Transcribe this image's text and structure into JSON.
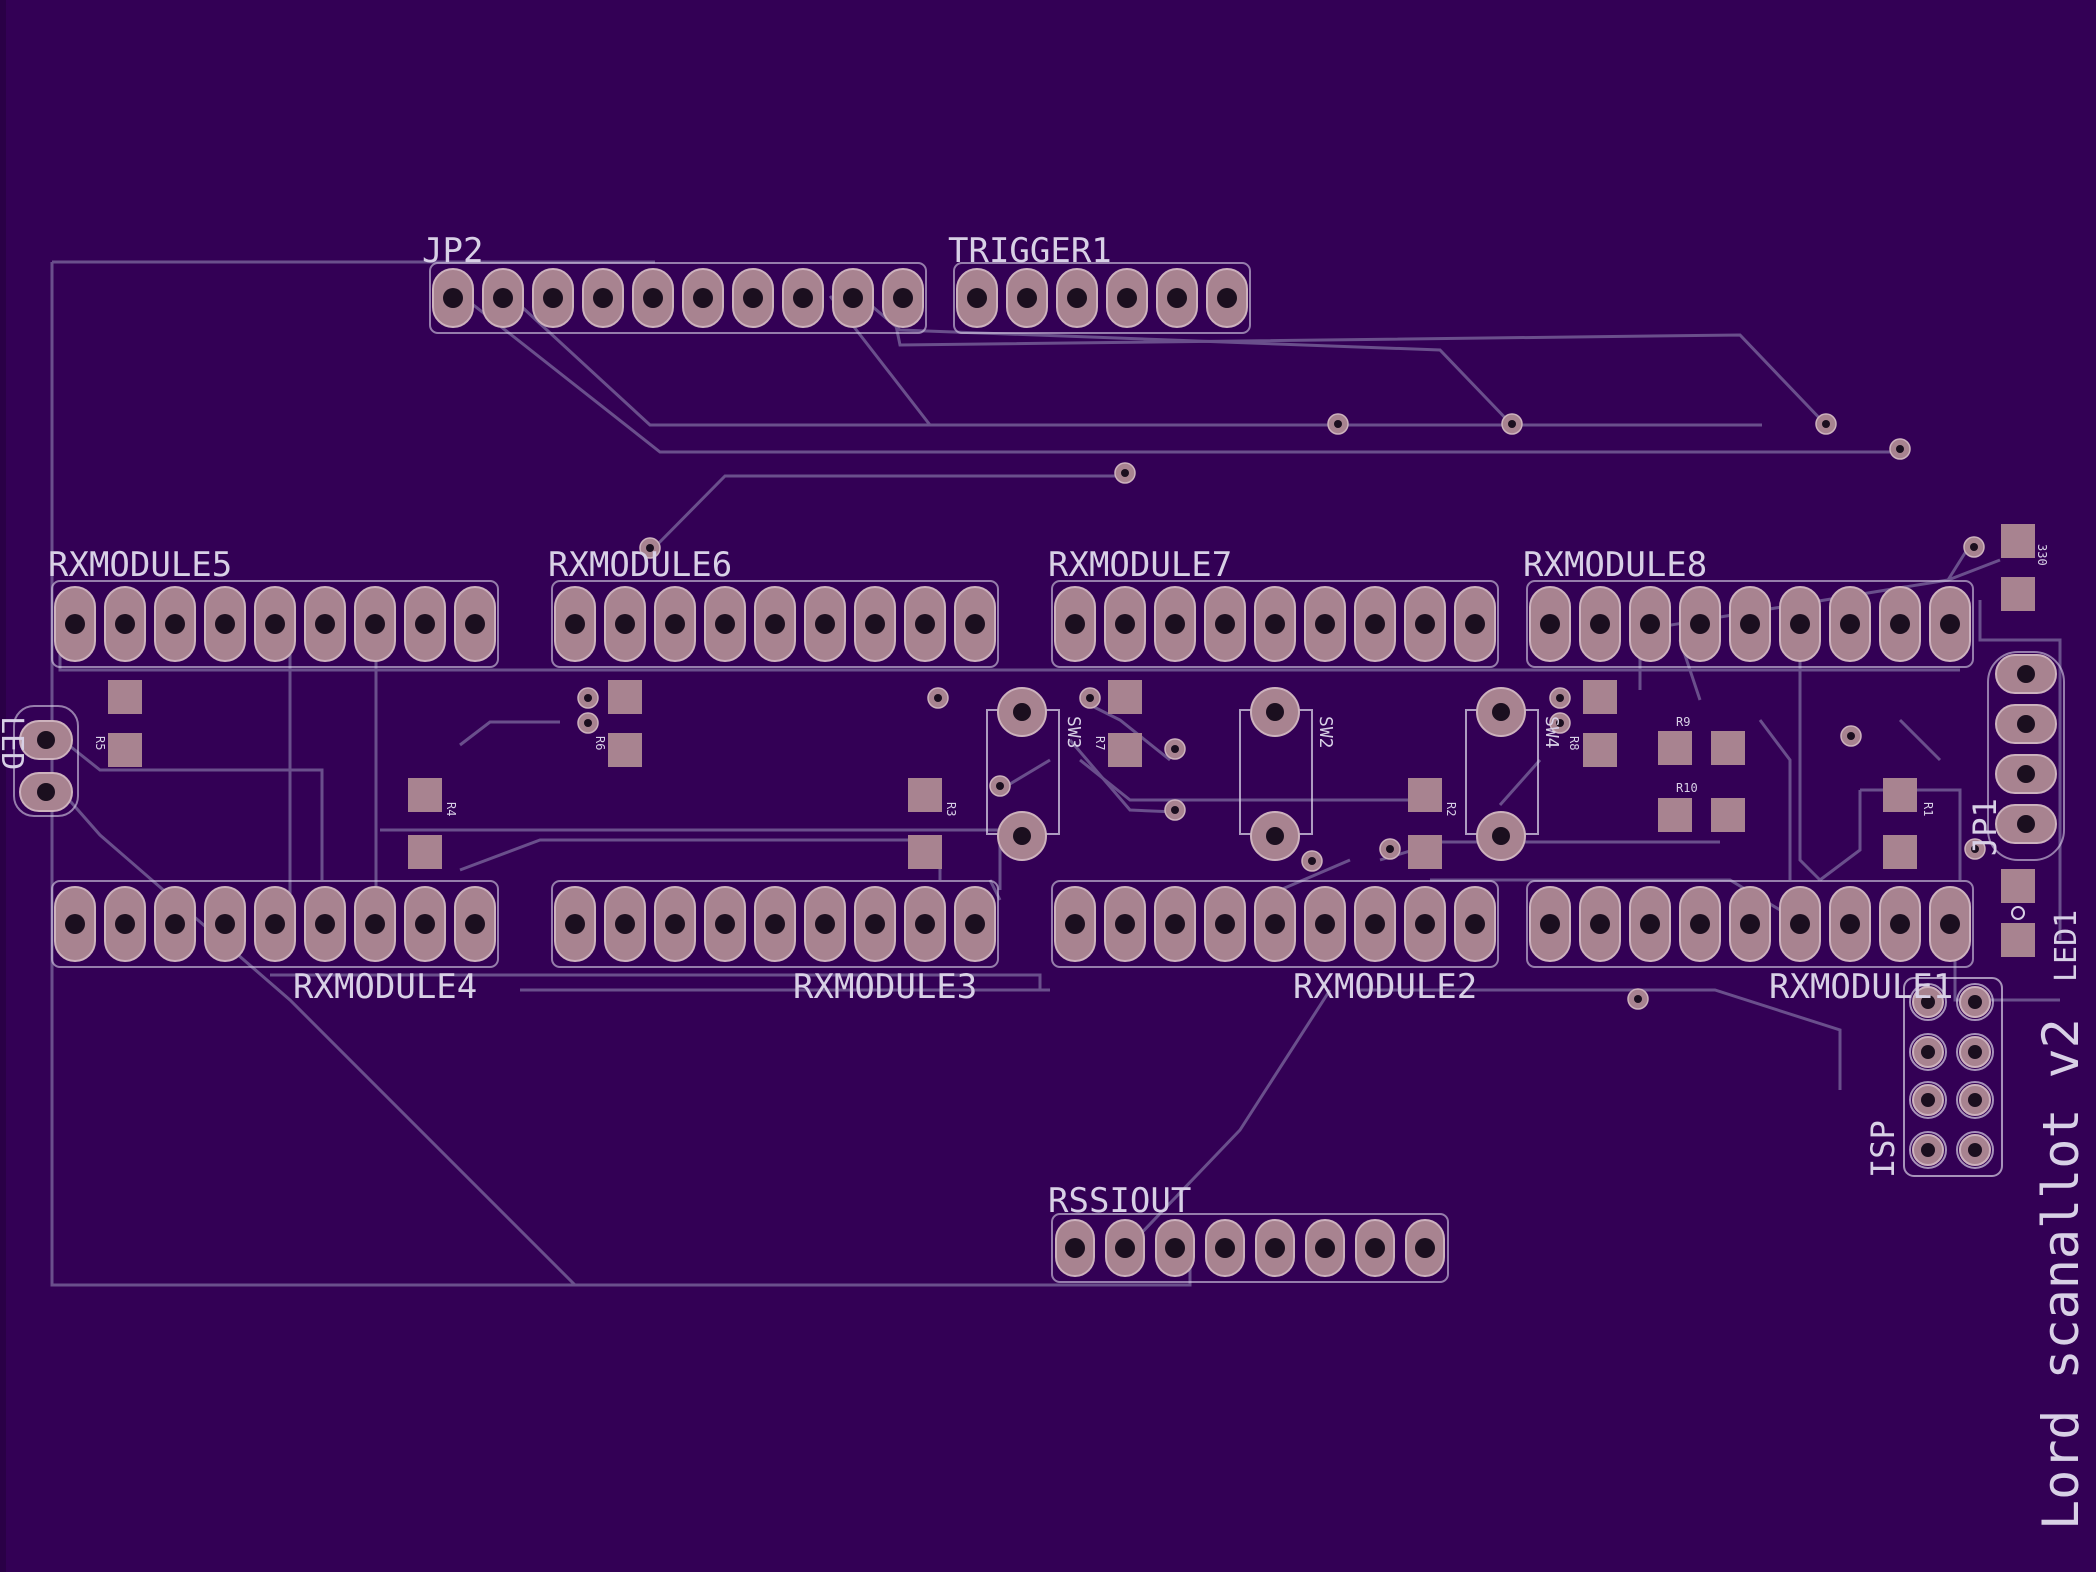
{
  "colors": {
    "board": "#330055",
    "trace": "#6a4f8c",
    "pad": "#a88390",
    "pad_edge": "#cdb2bd",
    "hole": "#1b0f1f",
    "silk": "#d8d0e6"
  },
  "labels": {
    "jp2": "JP2",
    "trigger1": "TRIGGER1",
    "rx5": "RXMODULE5",
    "rx6": "RXMODULE6",
    "rx7": "RXMODULE7",
    "rx8": "RXMODULE8",
    "rx4": "RXMODULE4",
    "rx3": "RXMODULE3",
    "rx2": "RXMODULE2",
    "rx1": "RXMODULE1",
    "rssiout": "RSSIOUT",
    "isp": "ISP",
    "jp1": "JP1",
    "led1": "LED1",
    "led_left": "LED",
    "sw3": "SW3",
    "sw2": "SW2",
    "sw4": "SW4",
    "r1": "R1",
    "r2": "R2",
    "r3": "R3",
    "r4": "R4",
    "r5": "R5",
    "r6": "R6",
    "r7": "R7",
    "r8": "R8",
    "r9": "R9",
    "r10": "R10",
    "r330": "330",
    "title": "Lord scanallot v2"
  }
}
